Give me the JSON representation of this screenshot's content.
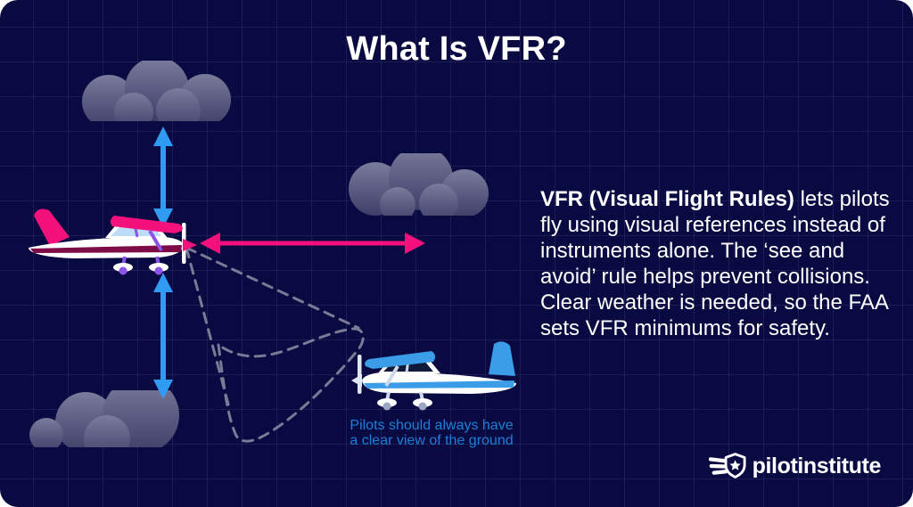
{
  "card": {
    "title": "What Is VFR?",
    "description": {
      "lead": "VFR (Visual Flight Rules)",
      "body": " lets pilots fly using visual references instead of instruments alone. The ‘see and avoid’ rule helps prevent collisions. Clear weather is needed, so the FAA sets VFR minimums for safety."
    },
    "caption": {
      "line1": "Pilots should always have",
      "line2": "a clear view of the ground"
    },
    "logo_text": "pilotinstitute"
  },
  "figures": {
    "pink_airplane": "cessna-style airplane facing right",
    "blue_airplane": "cessna-style airplane facing left",
    "arrows": [
      "vertical double arrow above plane",
      "vertical double arrow below plane",
      "horizontal double arrow from nose"
    ],
    "dashed_cone": "dashed cone of vision from nose to ground footprint",
    "clouds": [
      "top-left cloud",
      "middle cloud",
      "bottom-left cloud"
    ]
  },
  "colors": {
    "background": "#0a0a42",
    "grid_line": "#1d1d55",
    "accent_pink": "#f5117c",
    "accent_blue": "#2f9bf2",
    "caption_blue": "#1e7fd6",
    "stripe_maroon": "#7d0c47",
    "gear_purple": "#8b54e8",
    "plane_blue": "#3b9ce8",
    "cloud_top": "#7b7b9d",
    "cloud_bottom": "#3e3e68",
    "dash_gray": "#8e8ea6",
    "text_white": "#ffffff"
  }
}
